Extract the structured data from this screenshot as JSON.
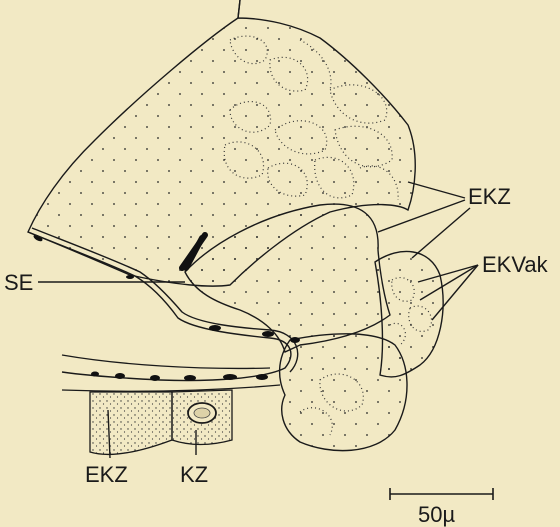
{
  "figure": {
    "background": "#f2e9c4",
    "ink": "#1a1a1a",
    "labels": {
      "ekz_top": "EKZ",
      "ekvak": "EKVak",
      "se": "SE",
      "ekz_bottom": "EKZ",
      "kz": "KZ"
    },
    "scale_bar": {
      "label": "50µ"
    }
  }
}
